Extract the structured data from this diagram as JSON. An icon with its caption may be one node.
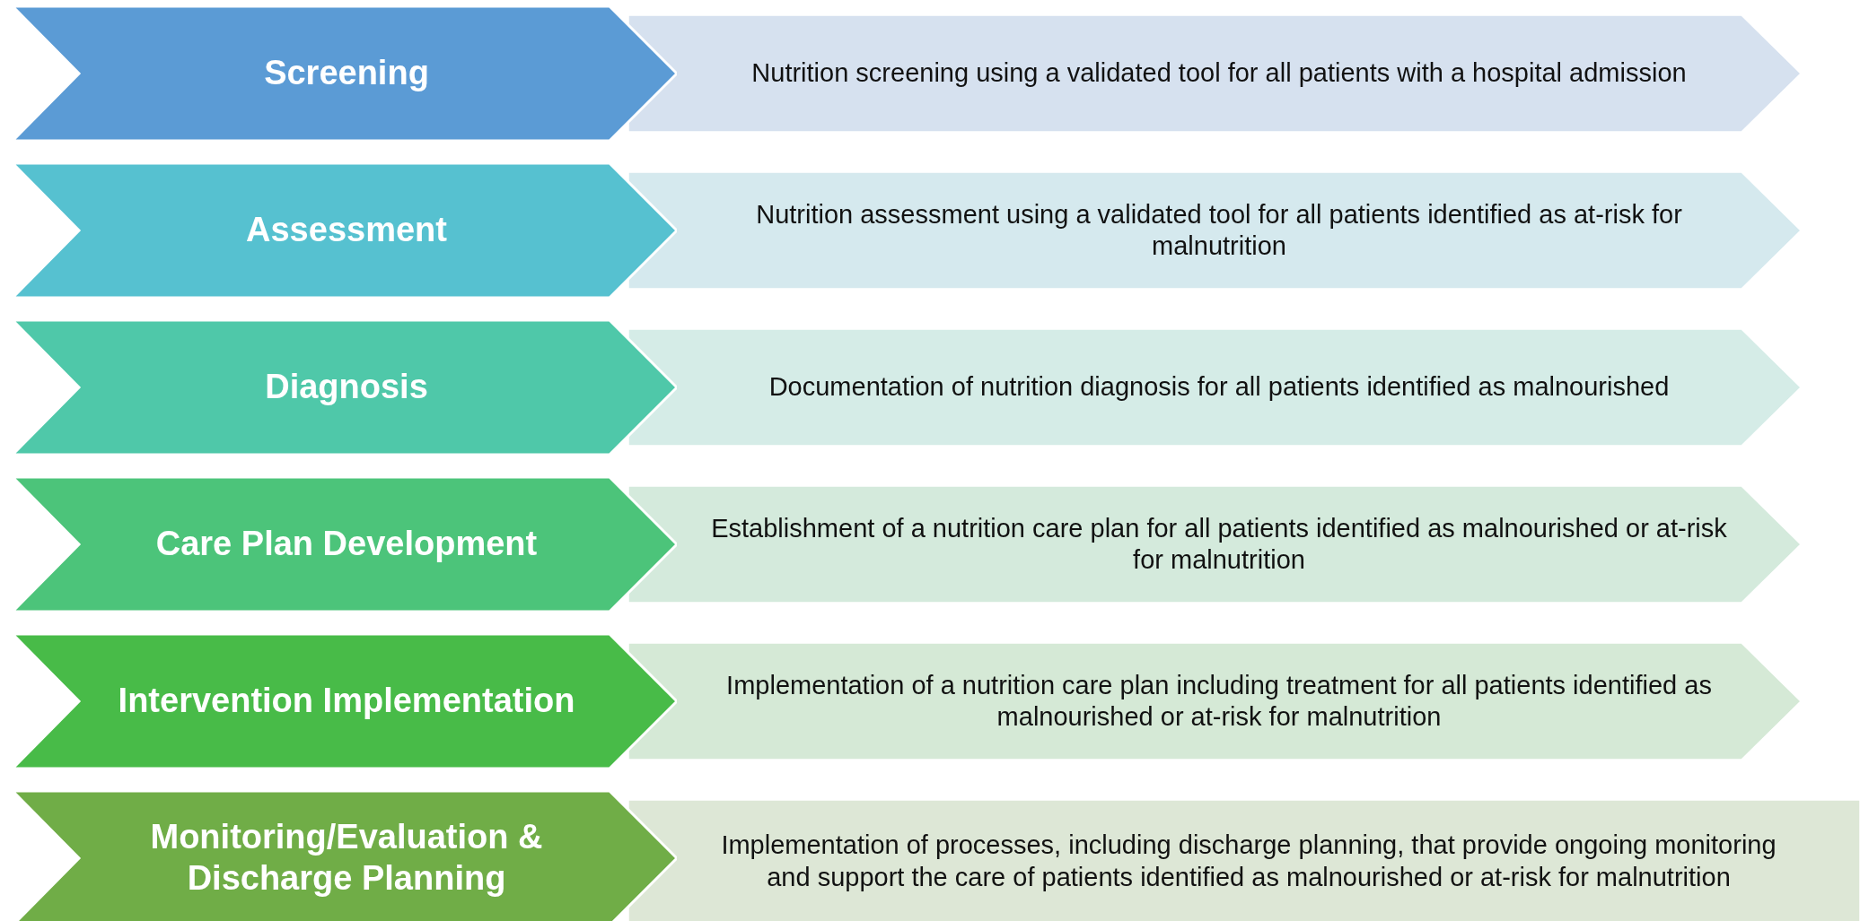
{
  "diagram": {
    "nodes": [
      {
        "text": [
          "Screening"
        ]
      },
      {
        "text": [
          "Nutrition screening using a validated tool for all patients with a hospital admission"
        ]
      },
      {
        "text": [
          "Assessment"
        ]
      },
      {
        "text": [
          "Nutrition assessment using a validated tool for all patients identified as at-risk for malnutrition"
        ]
      },
      {
        "text": [
          "Diagnosis"
        ]
      },
      {
        "text": [
          "Documentation of nutrition diagnosis for all patients identified as malnourished"
        ]
      },
      {
        "text": [
          "Care Plan Development"
        ]
      },
      {
        "text": [
          "Establishment of a nutrition care plan for all patients identified as malnourished or at-risk for malnutrition"
        ]
      },
      {
        "text": [
          "Intervention Implementation"
        ]
      },
      {
        "text": [
          "Implementation of a nutrition care plan including treatment for all patients identified as malnourished or at-risk for malnutrition"
        ]
      },
      {
        "text": [
          "Monitoring/Evaluation & Discharge Planning"
        ]
      },
      {
        "text": [
          "Implementation of processes, including discharge planning, that provide ongoing monitoring and support the care of patients identified as malnourished or at-risk for malnutrition"
        ]
      }
    ]
  }
}
